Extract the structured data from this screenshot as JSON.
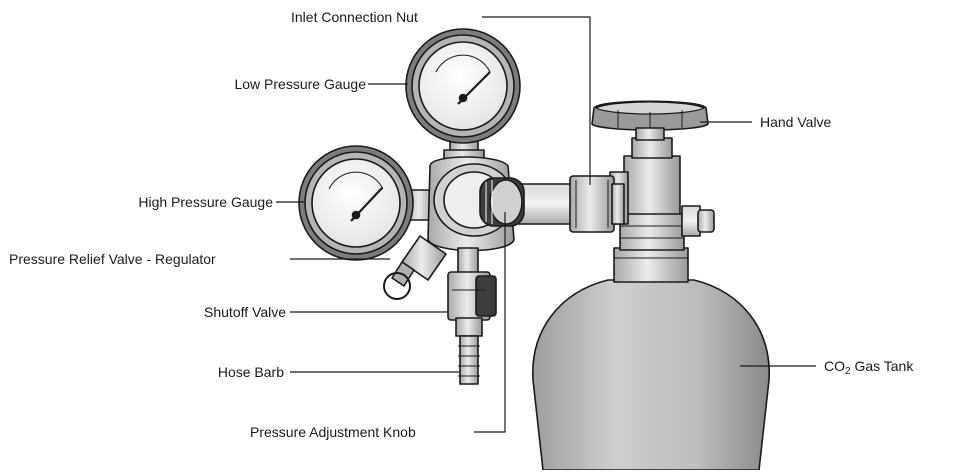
{
  "labels": {
    "inlet_nut": "Inlet Connection Nut",
    "low_gauge": "Low Pressure Gauge",
    "hand_valve": "Hand Valve",
    "high_gauge": "High Pressure Gauge",
    "relief_valve": "Pressure Relief Valve - Regulator",
    "shutoff_valve": "Shutoff Valve",
    "hose_barb": "Hose Barb",
    "adjust_knob": "Pressure Adjustment Knob",
    "tank_prefix": "CO",
    "tank_sub": "2",
    "tank_suffix": " Gas Tank"
  },
  "colors": {
    "stroke": "#1a1a1a",
    "metal_light": "#e6e6e6",
    "metal_mid": "#c8c8c8",
    "metal_dark": "#8f8f8f",
    "tank_fill": "#bdbdbd",
    "knob_dark": "#3c3c3c"
  }
}
